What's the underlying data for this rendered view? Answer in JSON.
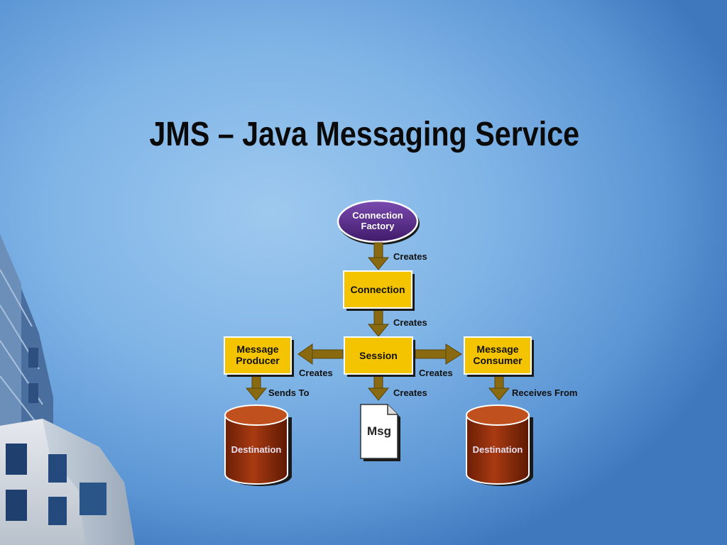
{
  "slide": {
    "title": "JMS – Java Messaging Service"
  },
  "diagram": {
    "nodes": {
      "connection_factory": "Connection Factory",
      "connection_factory_line1": "Connection",
      "connection_factory_line2": "Factory",
      "connection": "Connection",
      "session": "Session",
      "message_producer_line1": "Message",
      "message_producer_line2": "Producer",
      "message_consumer_line1": "Message",
      "message_consumer_line2": "Consumer",
      "msg": "Msg",
      "destination_left": "Destination",
      "destination_right": "Destination"
    },
    "edges": {
      "factory_to_connection": "Creates",
      "connection_to_session": "Creates",
      "session_to_producer": "Creates",
      "session_to_consumer": "Creates",
      "session_to_msg": "Creates",
      "producer_to_destination": "Sends To",
      "consumer_from_destination": "Receives From"
    }
  },
  "colors": {
    "box_fill": "#f5c400",
    "oval_fill": "#5a2a8a",
    "arrow_fill": "#8a6a10",
    "cylinder_fill": "#8b2a0a"
  }
}
